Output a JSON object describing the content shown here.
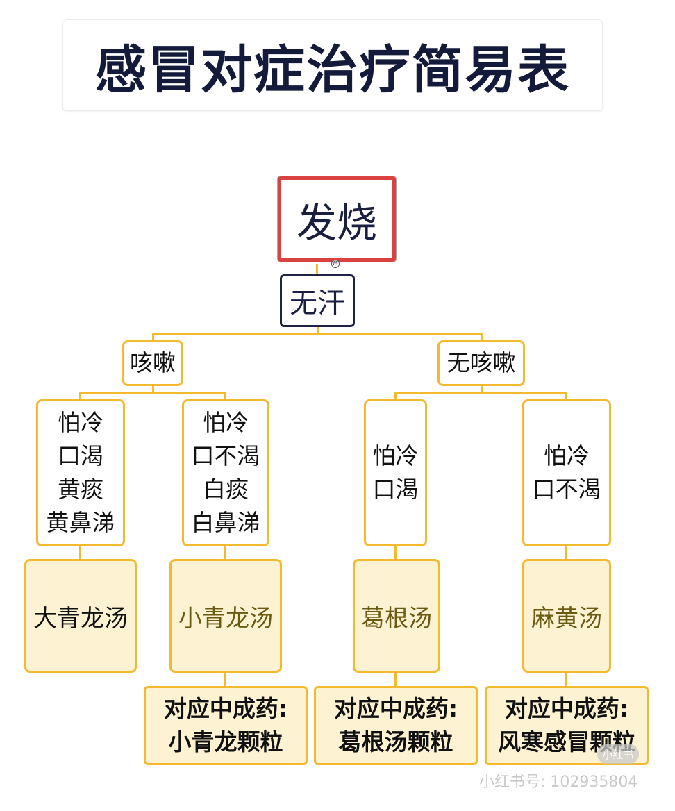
{
  "title": "感冒对症治疗简易表",
  "root": "发烧",
  "level1": "无汗",
  "branches": {
    "cough": "咳嗽",
    "no_cough": "无咳嗽"
  },
  "symptoms": {
    "a": [
      "怕冷",
      "口渴",
      "黄痰",
      "黄鼻涕"
    ],
    "b": [
      "怕冷",
      "口不渴",
      "白痰",
      "白鼻涕"
    ],
    "c": [
      "怕冷",
      "口渴"
    ],
    "d": [
      "怕冷",
      "口不渴"
    ]
  },
  "prescriptions": {
    "a": "大青龙汤",
    "b": "小青龙汤",
    "c": "葛根汤",
    "d": "麻黄汤"
  },
  "patent_label": "对应中成药:",
  "patent_medicines": {
    "b": "小青龙颗粒",
    "c": "葛根汤颗粒",
    "d": "风寒感冒颗粒"
  },
  "watermark": {
    "logo_text": "小红书",
    "id_text": "小红书号: 102935804"
  },
  "colors": {
    "title_text": "#141a3a",
    "root_border": "#d9423f",
    "node_border_orange": "#f3b92f",
    "prescription_fill": "#fdf3d3",
    "prescription_text_olive": "#6b5a12",
    "level1_border": "#1f2340"
  }
}
